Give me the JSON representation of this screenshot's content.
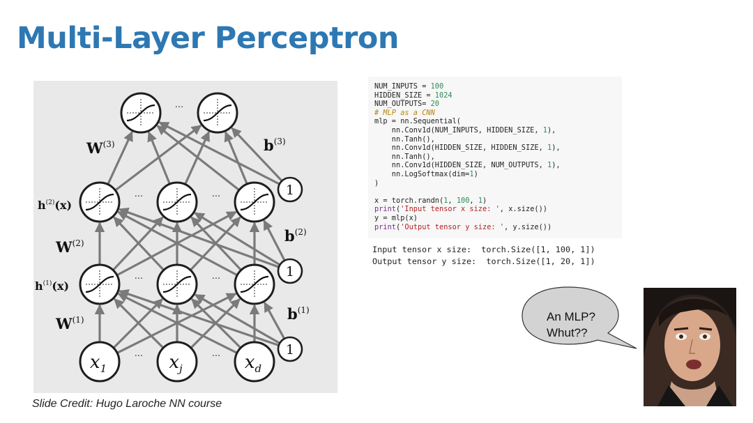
{
  "slide": {
    "title": "Multi-Layer Perceptron"
  },
  "diagram": {
    "credit": "Slide Credit: Hugo Laroche NN course",
    "ellipsis": "···",
    "bias_node": "1",
    "input_nodes": [
      "x",
      "x",
      "x"
    ],
    "input_subscripts": [
      "1",
      "j",
      "d"
    ],
    "weight_labels": [
      {
        "base": "W",
        "sup": "(3)"
      },
      {
        "base": "W",
        "sup": "(2)"
      },
      {
        "base": "W",
        "sup": "(1)"
      }
    ],
    "bias_labels": [
      {
        "base": "b",
        "sup": "(3)"
      },
      {
        "base": "b",
        "sup": "(2)"
      },
      {
        "base": "b",
        "sup": "(1)"
      }
    ],
    "hidden_labels": [
      {
        "base": "h",
        "sup": "(2)",
        "arg": "(x)"
      },
      {
        "base": "h",
        "sup": "(1)",
        "arg": "(x)"
      }
    ]
  },
  "code": {
    "lines": [
      [
        {
          "t": "NUM_INPUTS = "
        },
        {
          "t": "100",
          "c": "num"
        }
      ],
      [
        {
          "t": "HIDDEN_SIZE = "
        },
        {
          "t": "1024",
          "c": "num"
        }
      ],
      [
        {
          "t": "NUM_OUTPUTS= "
        },
        {
          "t": "20",
          "c": "num"
        }
      ],
      [
        {
          "t": "# MLP as a CNN",
          "c": "com"
        }
      ],
      [
        {
          "t": "mlp = nn.Sequential("
        }
      ],
      [
        {
          "t": "    nn.Conv1d(NUM_INPUTS, HIDDEN_SIZE, "
        },
        {
          "t": "1",
          "c": "num"
        },
        {
          "t": "),"
        }
      ],
      [
        {
          "t": "    nn.Tanh(),"
        }
      ],
      [
        {
          "t": "    nn.Conv1d(HIDDEN_SIZE, HIDDEN_SIZE, "
        },
        {
          "t": "1",
          "c": "num"
        },
        {
          "t": "),"
        }
      ],
      [
        {
          "t": "    nn.Tanh(),"
        }
      ],
      [
        {
          "t": "    nn.Conv1d(HIDDEN_SIZE, NUM_OUTPUTS, "
        },
        {
          "t": "1",
          "c": "num"
        },
        {
          "t": "),"
        }
      ],
      [
        {
          "t": "    nn.LogSoftmax(dim="
        },
        {
          "t": "1",
          "c": "num"
        },
        {
          "t": ")"
        }
      ],
      [
        {
          "t": ")"
        }
      ],
      [
        {
          "t": ""
        }
      ],
      [
        {
          "t": "x = torch.randn("
        },
        {
          "t": "1",
          "c": "num"
        },
        {
          "t": ", "
        },
        {
          "t": "100",
          "c": "num"
        },
        {
          "t": ", "
        },
        {
          "t": "1",
          "c": "num"
        },
        {
          "t": ")"
        }
      ],
      [
        {
          "t": "print",
          "c": "kw"
        },
        {
          "t": "("
        },
        {
          "t": "'Input tensor x size: '",
          "c": "str"
        },
        {
          "t": ", x.size())"
        }
      ],
      [
        {
          "t": "y = mlp(x)"
        }
      ],
      [
        {
          "t": "print",
          "c": "kw"
        },
        {
          "t": "("
        },
        {
          "t": "'Output tensor y size: '",
          "c": "str"
        },
        {
          "t": ", y.size())"
        }
      ]
    ],
    "output": [
      "Input tensor x size:  torch.Size([1, 100, 1])",
      "Output tensor y size:  torch.Size([1, 20, 1])"
    ]
  },
  "bubble": {
    "line1": "An MLP?",
    "line2": "Whut??"
  },
  "colors": {
    "title": "#2d78b3",
    "panel": "#e9e9e9",
    "edge": "#7a7a7a",
    "node_stroke": "#1e1e1e",
    "bubble_fill": "#d3d3d3"
  }
}
